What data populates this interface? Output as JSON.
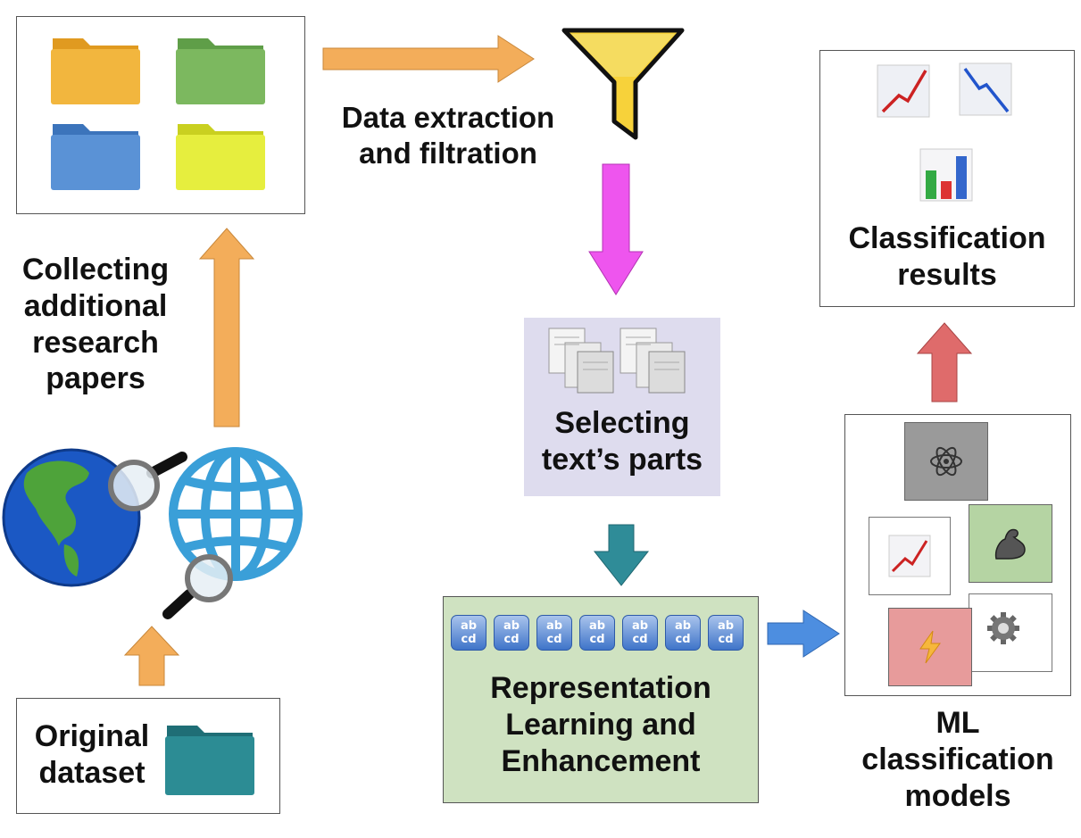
{
  "nodes": {
    "folders_box": {
      "icons": [
        "orange-folder-icon",
        "green-folder-icon",
        "blue-folder-icon",
        "yellow-folder-icon"
      ]
    },
    "data_extraction": {
      "line1": "Data extraction",
      "line2": "and filtration"
    },
    "collecting": {
      "line1": "Collecting",
      "line2": "additional",
      "line3": "research",
      "line4": "papers"
    },
    "original": {
      "line1": "Original",
      "line2": "dataset"
    },
    "selecting": {
      "line1": "Selecting",
      "line2": "text’s parts"
    },
    "representation": {
      "line1": "Representation",
      "line2": "Learning and",
      "line3": "Enhancement",
      "tiles": [
        "ab\ncd",
        "ab\ncd",
        "ab\ncd",
        "ab\ncd",
        "ab\ncd",
        "ab\ncd",
        "ab\ncd"
      ]
    },
    "ml_models": {
      "line1": "ML",
      "line2": "classification",
      "line3": "models"
    },
    "results": {
      "line1": "Classification",
      "line2": "results"
    }
  },
  "colors": {
    "orange_arrow": "#f3ad5a",
    "magenta_arrow": "#ee55ee",
    "teal_arrow": "#2f8c98",
    "blue_arrow": "#4d8ee0",
    "red_arrow": "#df6b6b",
    "selecting_bg": "#dedcee",
    "representation_bg": "#cfe2c1"
  }
}
